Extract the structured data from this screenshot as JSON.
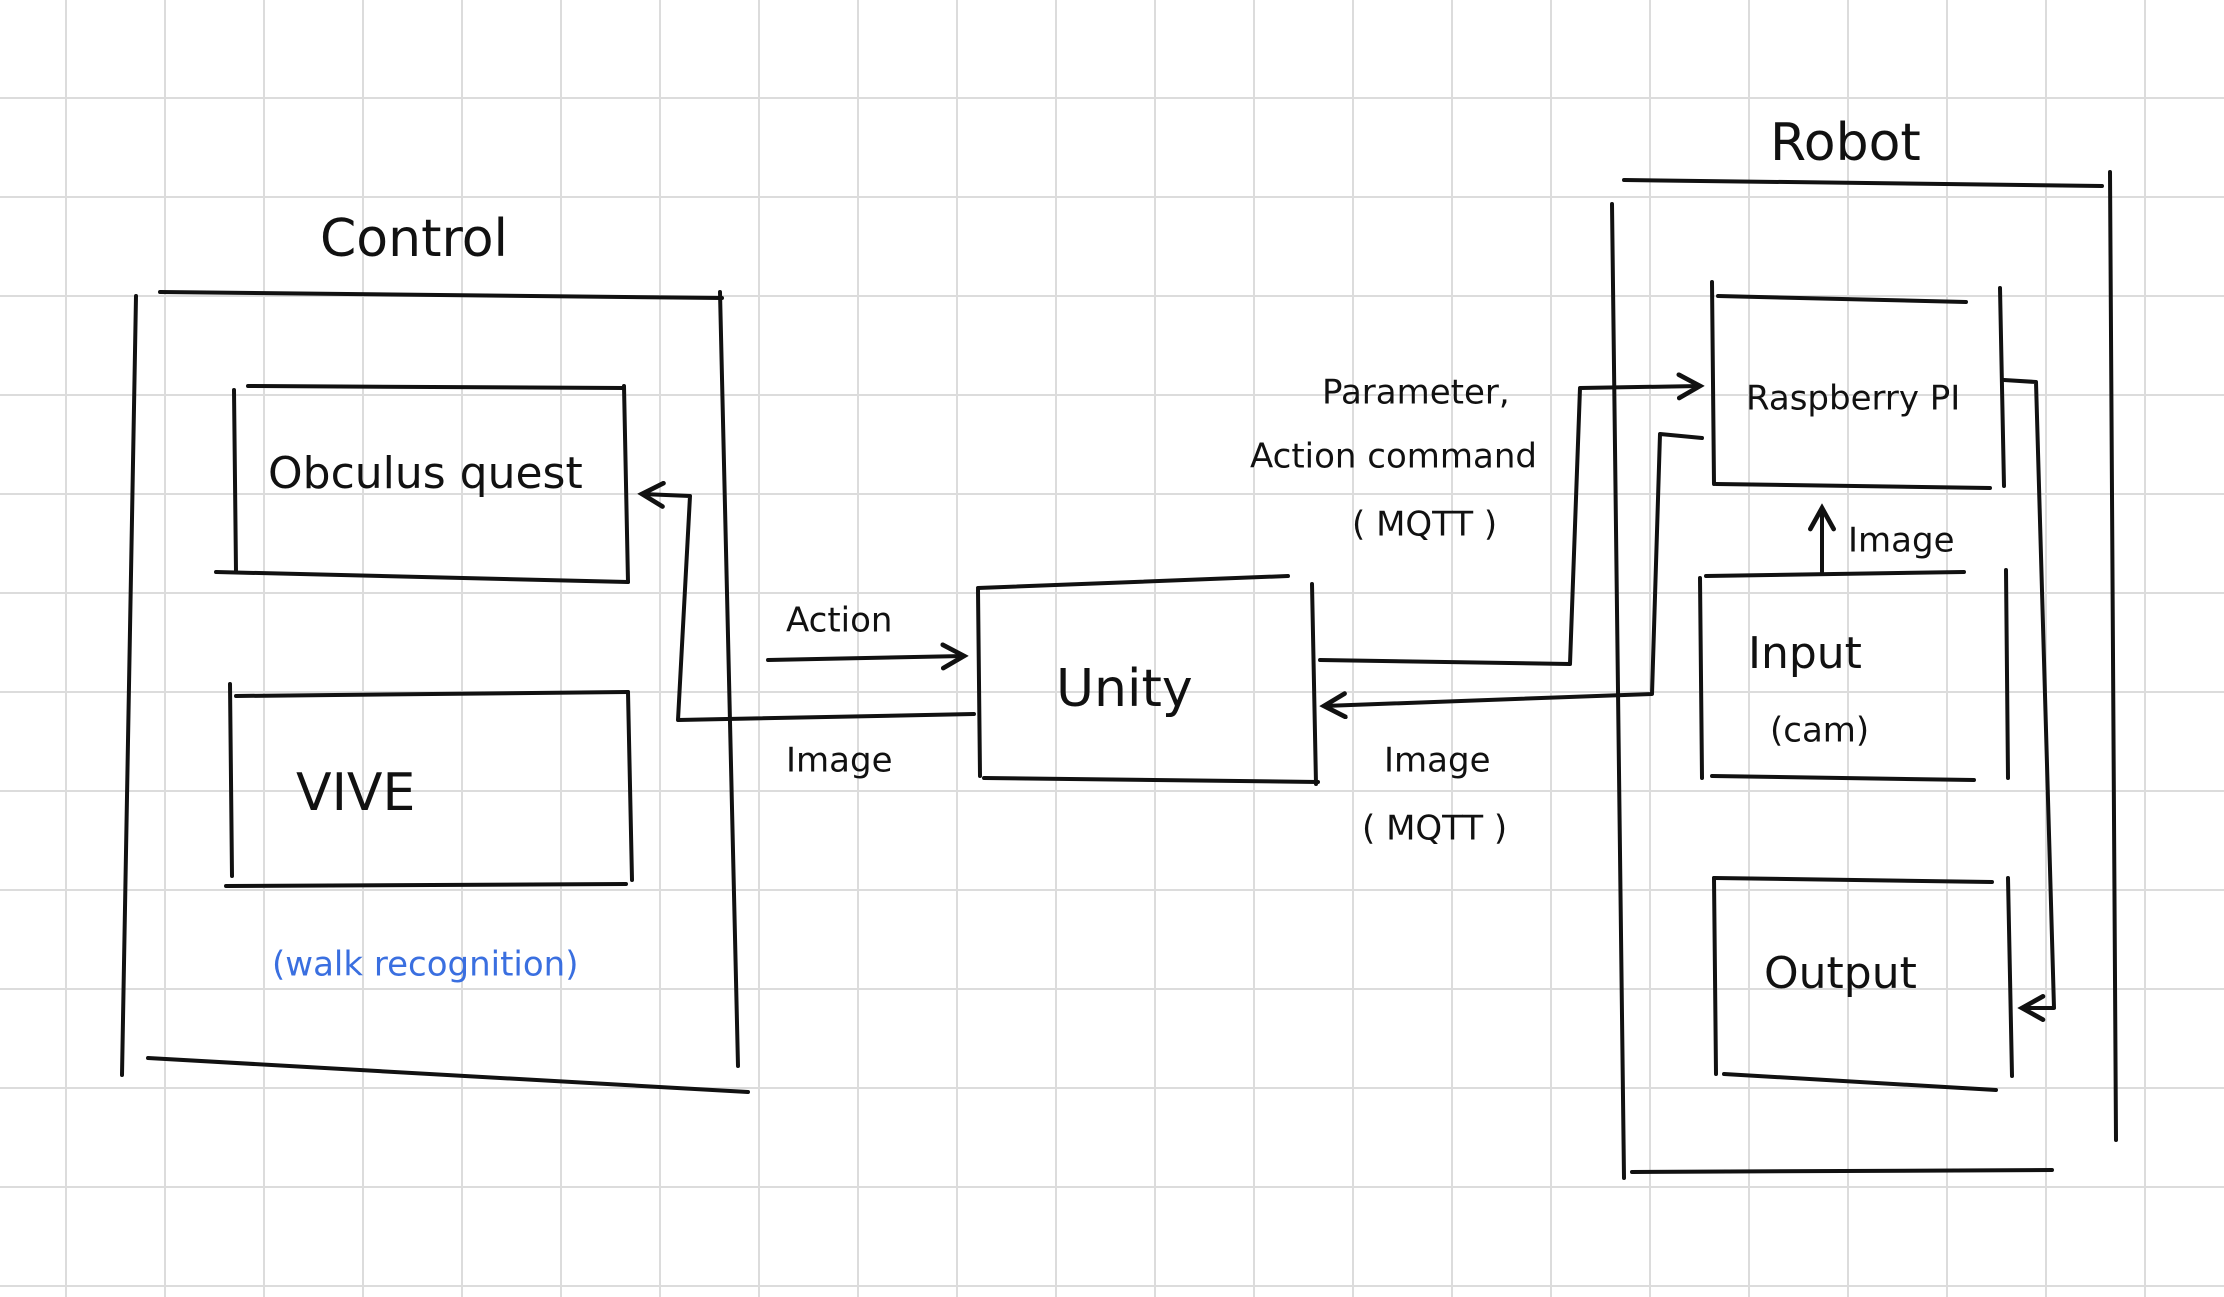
{
  "colors": {
    "ink": "#111111",
    "accent": "#3a6fe0",
    "grid": "#dcdcdc"
  },
  "groups": {
    "control": {
      "title": "Control"
    },
    "robot": {
      "title": "Robot"
    }
  },
  "nodes": {
    "oculus": "Obculus quest",
    "vive": "VIVE",
    "vive_note": "(walk recognition)",
    "unity": "Unity",
    "raspberry": "Raspberry PI",
    "input": "Input",
    "input_sub": "(cam)",
    "output": "Output"
  },
  "edges": {
    "action": "Action",
    "image_left": "Image",
    "param_line1": "Parameter,",
    "param_line2": "Action command",
    "param_line3": "( MQTT )",
    "image_right_line1": "Image",
    "image_right_line2": "( MQTT )",
    "image_cam": "Image"
  }
}
